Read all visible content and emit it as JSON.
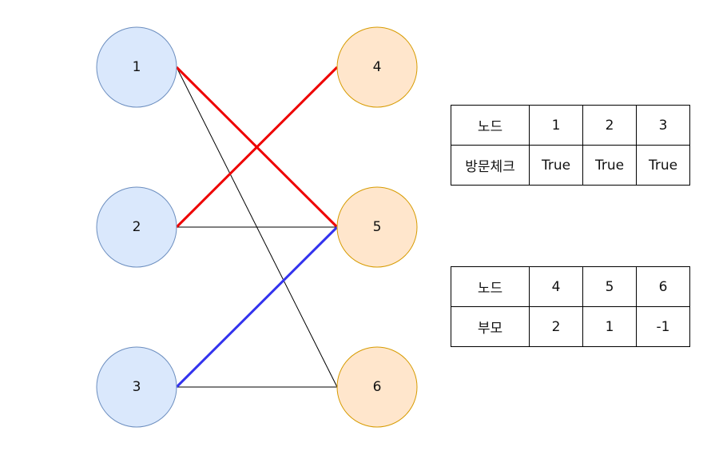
{
  "graph": {
    "left_nodes": [
      {
        "id": "n1",
        "label": "1"
      },
      {
        "id": "n2",
        "label": "2"
      },
      {
        "id": "n3",
        "label": "3"
      }
    ],
    "right_nodes": [
      {
        "id": "n4",
        "label": "4"
      },
      {
        "id": "n5",
        "label": "5"
      },
      {
        "id": "n6",
        "label": "6"
      }
    ],
    "edges": [
      {
        "from": "1",
        "to": "5",
        "color": "#ee0000",
        "style": "matched"
      },
      {
        "from": "2",
        "to": "4",
        "color": "#ee0000",
        "style": "matched"
      },
      {
        "from": "3",
        "to": "5",
        "color": "#3333ee",
        "style": "augmenting"
      },
      {
        "from": "1",
        "to": "6",
        "color": "#000000",
        "style": "normal"
      },
      {
        "from": "2",
        "to": "5",
        "color": "#000000",
        "style": "normal"
      },
      {
        "from": "3",
        "to": "6",
        "color": "#000000",
        "style": "normal"
      }
    ],
    "colors": {
      "left_fill": "#dae8fc",
      "left_stroke": "#6c8ebf",
      "right_fill": "#ffe6cc",
      "right_stroke": "#d79b00"
    }
  },
  "visit_table": {
    "header_label": "노드",
    "row_label": "방문체크",
    "columns": [
      "1",
      "2",
      "3"
    ],
    "values": [
      "True",
      "True",
      "True"
    ]
  },
  "parent_table": {
    "header_label": "노드",
    "row_label": "부모",
    "columns": [
      "4",
      "5",
      "6"
    ],
    "values": [
      "2",
      "1",
      "-1"
    ]
  }
}
